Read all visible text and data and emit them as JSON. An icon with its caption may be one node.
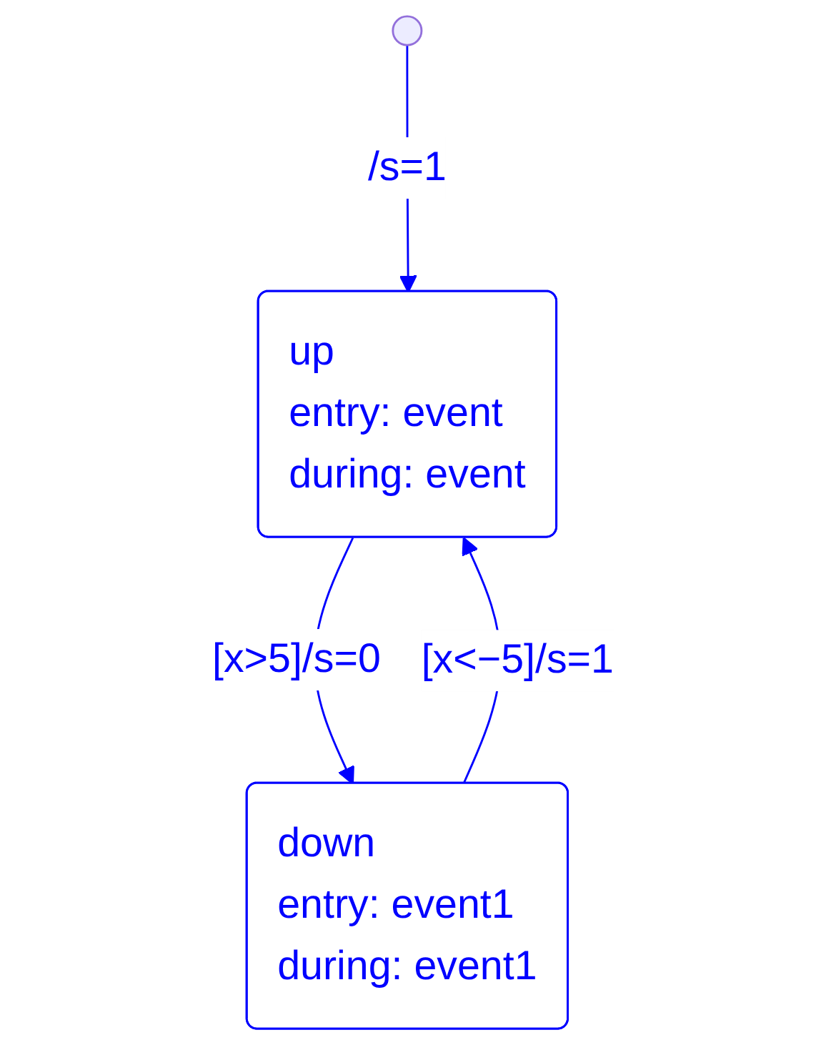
{
  "diagram": {
    "nodes": [
      {
        "text": [],
        "shape": "circle"
      },
      {
        "text": [
          "up",
          "entry: event",
          "during: event"
        ]
      },
      {
        "text": [
          "down",
          "entry: event1",
          "during: event1"
        ]
      }
    ],
    "edges": [
      {
        "from": 0,
        "to": 1,
        "arrow": "to",
        "label": "/s=1"
      },
      {
        "from": 1,
        "to": 2,
        "arrow": "to",
        "label": "[x>5]/s=0"
      },
      {
        "from": 2,
        "to": 1,
        "arrow": "to",
        "label": "[x<−5]/s=1"
      }
    ]
  }
}
